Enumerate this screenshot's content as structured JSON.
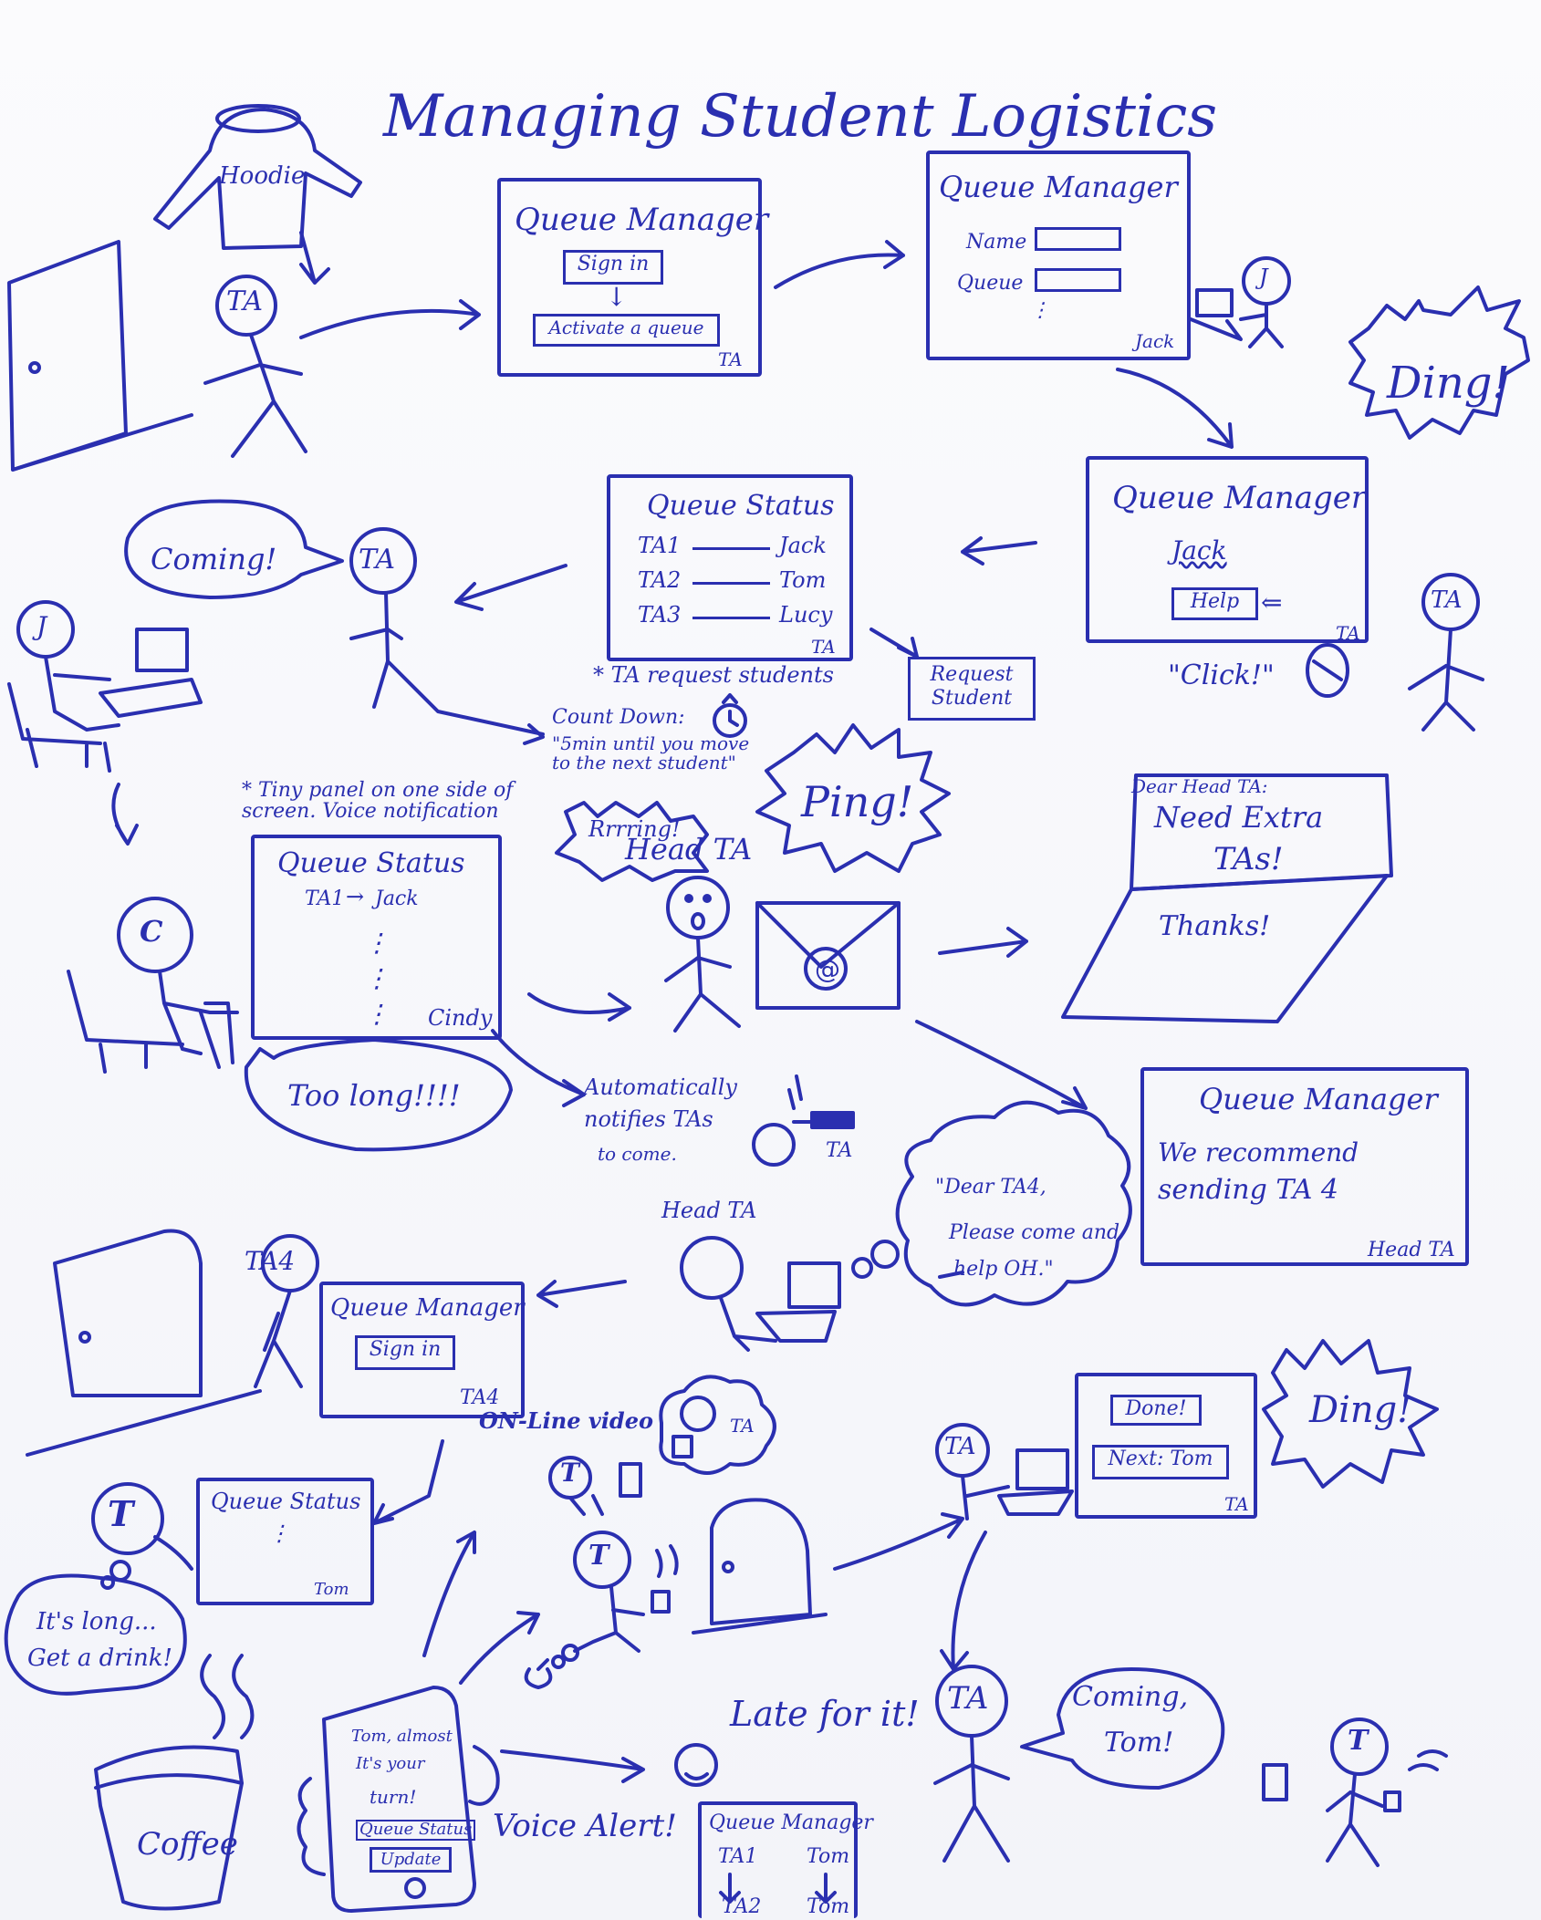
{
  "title": "Managing Student Logistics",
  "scene1": {
    "hoodie_label": "Hoodie",
    "ta_label": "TA"
  },
  "qm1": {
    "title": "Queue Manager",
    "sign_in": "Sign in",
    "activate": "Activate a queue",
    "owner": "TA"
  },
  "qm2": {
    "title": "Queue Manager",
    "name_label": "Name",
    "queue_label": "Queue",
    "owner": "Jack",
    "student_head": "J"
  },
  "ding1": "Ding!",
  "qm3": {
    "title": "Queue Manager",
    "student": "Jack",
    "help_button": "Help",
    "owner": "TA",
    "click": "\"Click!\"",
    "ta_head": "TA"
  },
  "status1": {
    "title": "Queue Status",
    "rows": [
      {
        "ta": "TA1",
        "student": "Jack"
      },
      {
        "ta": "TA2",
        "student": "Tom"
      },
      {
        "ta": "TA3",
        "student": "Lucy"
      }
    ],
    "owner": "TA",
    "note": "* TA request students",
    "request_button": "Request Student"
  },
  "coming1": {
    "bubble": "Coming!",
    "ta_head": "TA",
    "student_head": "J"
  },
  "countdown": {
    "label": "Count Down:",
    "message": "\"5min until you move to the next student\"",
    "ring": "Rrrring!"
  },
  "ping": "Ping!",
  "head_ta_label": "Head TA",
  "email": {
    "to": "Dear Head TA:",
    "line1": "Need Extra",
    "line2": "TAs!",
    "sign": "Thanks!"
  },
  "tiny_panel": {
    "note": "* Tiny panel on one side of screen. Voice notification",
    "title": "Queue Status",
    "row": "TA1",
    "student": "Jack",
    "owner": "Cindy",
    "student_head": "C",
    "bubble": "Too long!!!!"
  },
  "auto_notify": {
    "text_line1": "Automatically",
    "text_line2": "notifies TAs",
    "text_line3": "to come.",
    "ta_label": "TA"
  },
  "qm4": {
    "title": "Queue Manager",
    "line1": "We recommend",
    "line2": "sending TA 4",
    "owner": "Head TA"
  },
  "head_ta2": {
    "label": "Head TA",
    "thought_line1": "\"Dear TA4,",
    "thought_line2": "Please come and",
    "thought_line3": "help OH.\""
  },
  "qm5": {
    "title": "Queue Manager",
    "sign_in": "Sign in",
    "owner": "TA4",
    "ta_head": "TA4"
  },
  "tom": {
    "head": "T",
    "status_title": "Queue Status",
    "status_owner": "Tom",
    "bubble_line1": "It's long...",
    "bubble_line2": "Get a drink!",
    "coffee": "Coffee"
  },
  "online_video": {
    "label": "ON-Line video",
    "ta_label": "TA",
    "tom_head": "T"
  },
  "done_panel": {
    "done": "Done!",
    "next": "Next: Tom",
    "owner": "TA",
    "ta_head": "TA",
    "ding": "Ding!"
  },
  "phone": {
    "line1": "Tom, almost",
    "line2": "It's your",
    "line3": "turn!",
    "line4": "Queue Status",
    "button": "Update",
    "voice": "Voice Alert!"
  },
  "late": "Late for it!",
  "qm6": {
    "title": "Queue Manager",
    "top_ta": "TA1",
    "top_student": "Tom",
    "bottom_ta": "TA2",
    "bottom_student": "Tom"
  },
  "coming2": {
    "ta_head": "TA",
    "line1": "Coming,",
    "line2": "Tom!",
    "tom_head": "T"
  }
}
